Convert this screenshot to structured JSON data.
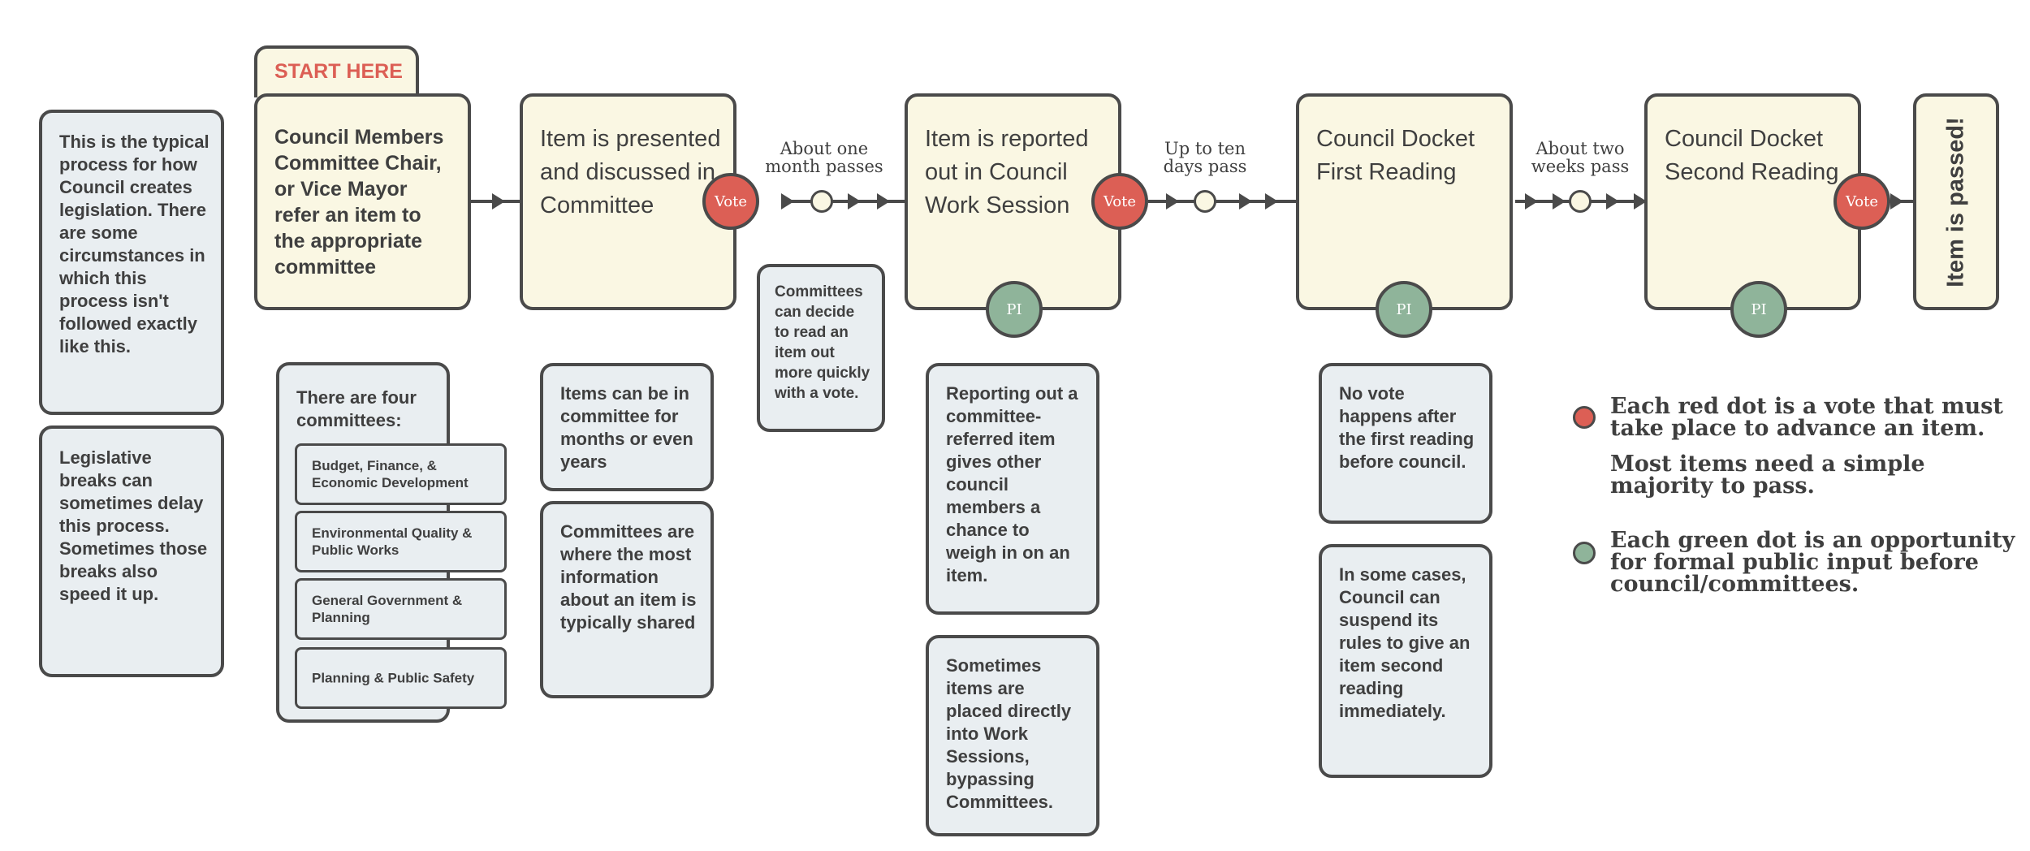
{
  "colors": {
    "vote_red": "#dc5f55",
    "public_input_green": "#8fb49a",
    "stage_fill": "#faf7e3",
    "note_fill": "#e9eef1",
    "outline": "#4a4a4a"
  },
  "start_tab": "START HERE",
  "stages": [
    "Council Members Committee Chair, or Vice Mayor refer an item to the appropriate committee",
    "Item is presented and discussed in Committee",
    "Item is reported out in Council Work Session",
    "Council Docket First Reading",
    "Council Docket Second Reading"
  ],
  "final_stage": "Item is passed!",
  "vote_label": "Vote",
  "pi_label": "PI",
  "time_labels": [
    "About one\nmonth passes",
    "Up to ten\ndays pass",
    "About two\nweeks pass"
  ],
  "notes": {
    "typical_process": "This is the typical process for how Council creates legislation. There are some circumstances in which this process isn't followed exactly like this.",
    "legislative_breaks": "Legislative breaks can sometimes delay this process. Sometimes those breaks also speed it up.",
    "four_committees": "There are four committees:",
    "committee_list": [
      "Budget, Finance, &\nEconomic Development",
      "Environmental Quality &\nPublic Works",
      "General Government &\nPlanning",
      "Planning & Public Safety"
    ],
    "months_or_years": "Items can be in committee for months or even years",
    "most_information": "Committees are where the most information about an item is typically shared",
    "read_quickly": "Committees can decide to read an item out more quickly with a vote.",
    "reporting_out": "Reporting out a committee-referred item gives other council members a chance to weigh in on an item.",
    "directly_work_sessions": "Sometimes items are placed directly into Work Sessions, bypassing Committees.",
    "no_vote_first": "No vote happens after the first reading before council.",
    "suspend_rules": "In some cases, Council can suspend its rules to give an item second reading immediately."
  },
  "legend": {
    "red_line": "Each red dot is a vote that must\ntake place to advance an item.",
    "majority_line": "Most items need a simple\nmajority to pass.",
    "green_line": "Each green dot is an opportunity\nfor formal public input before\ncouncil/committees."
  }
}
